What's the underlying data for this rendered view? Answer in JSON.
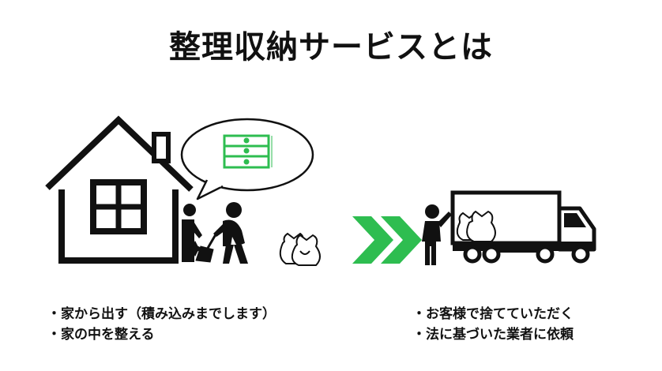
{
  "title": "整理収納サービスとは",
  "left_list": [
    "・家から出す（積み込みまでします）",
    "・家の中を整える"
  ],
  "right_list": [
    "・お客様で捨てていただく",
    "・法に基づいた業者に依頼"
  ],
  "colors": {
    "accent_green": "#2ebd50",
    "ink": "#111111",
    "background": "#ffffff"
  },
  "icons": [
    "house-icon",
    "speech-bubble-icon",
    "storage-drawer-icon",
    "person-sweeping-icon",
    "person-peeking-icon",
    "garbage-bags-icon",
    "chevron-arrows-icon",
    "person-loading-icon",
    "truck-icon"
  ]
}
